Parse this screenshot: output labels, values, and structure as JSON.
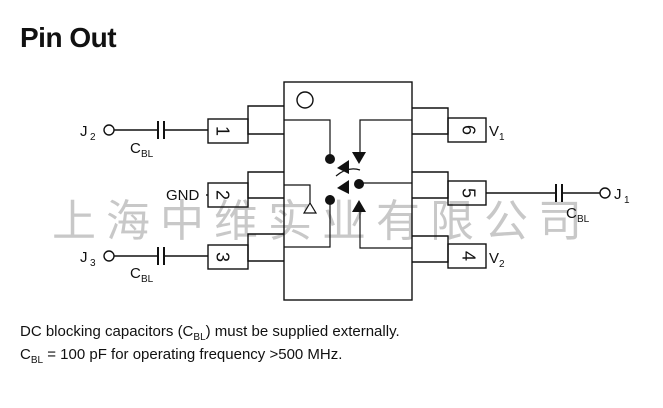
{
  "title": "Pin Out",
  "watermark": "上海中维实业有限公司",
  "pins": {
    "p1": "1",
    "p2": "2",
    "p3": "3",
    "p4": "4",
    "p5": "5",
    "p6": "6"
  },
  "labels": {
    "j2": "J",
    "j2_sub": "2",
    "j3": "J",
    "j3_sub": "3",
    "j1": "J",
    "j1_sub": "1",
    "v1": "V",
    "v1_sub": "1",
    "v2": "V",
    "v2_sub": "2",
    "gnd": "GND",
    "cbl": "C",
    "cbl_sub": "BL"
  },
  "notes": {
    "line1_a": "DC blocking capacitors (C",
    "line1_sub": "BL",
    "line1_b": ") must be supplied externally.",
    "line2_a": "C",
    "line2_sub": "BL",
    "line2_b": " = 100 pF for operating frequency >500 MHz."
  }
}
